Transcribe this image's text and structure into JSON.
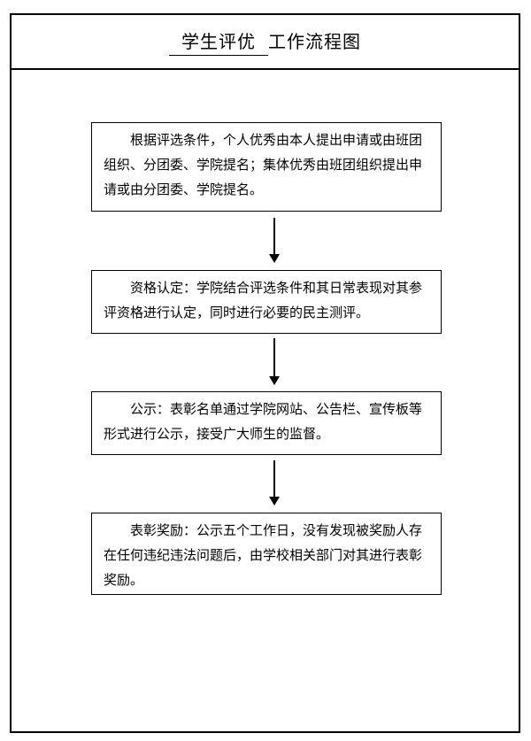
{
  "document": {
    "title": {
      "underlined_part": "学生评优",
      "suffix": "工作流程图"
    }
  },
  "flowchart": {
    "steps": [
      "根据评选条件，个人优秀由本人提出申请或由班团组织、分团委、学院提名；集体优秀由班团组织提出申请或由分团委、学院提名。",
      "资格认定：学院结合评选条件和其日常表现对其参评资格进行认定，同时进行必要的民主测评。",
      "公示：表彰名单通过学院网站、公告栏、宣传板等形式进行公示，接受广大师生的监督。",
      "表彰奖励：公示五个工作日，没有发现被奖励人存在任何违纪违法问题后，由学校相关部门对其进行表彰奖励。"
    ],
    "connector_style": "down-arrow"
  },
  "colors": {
    "ink": "#000000",
    "paper": "#ffffff"
  }
}
